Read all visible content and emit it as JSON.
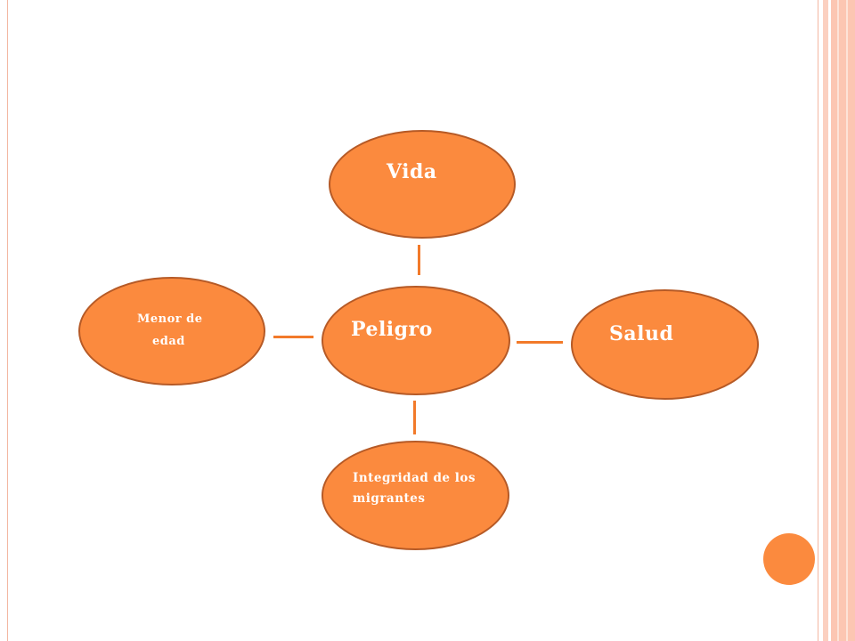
{
  "diagram": {
    "center": {
      "label": "Peligro"
    },
    "top": {
      "label": "Vida"
    },
    "right": {
      "label": "Salud"
    },
    "left": {
      "label_line1": "Menor de",
      "label_line2": "edad"
    },
    "bottom": {
      "label_line1": "Integridad de los",
      "label_line2": "migrantes"
    }
  },
  "colors": {
    "node_fill": "#fb8a3e",
    "node_border": "#b65a26",
    "connector": "#f27a2a",
    "frame_accent": "#f3b7a2"
  }
}
